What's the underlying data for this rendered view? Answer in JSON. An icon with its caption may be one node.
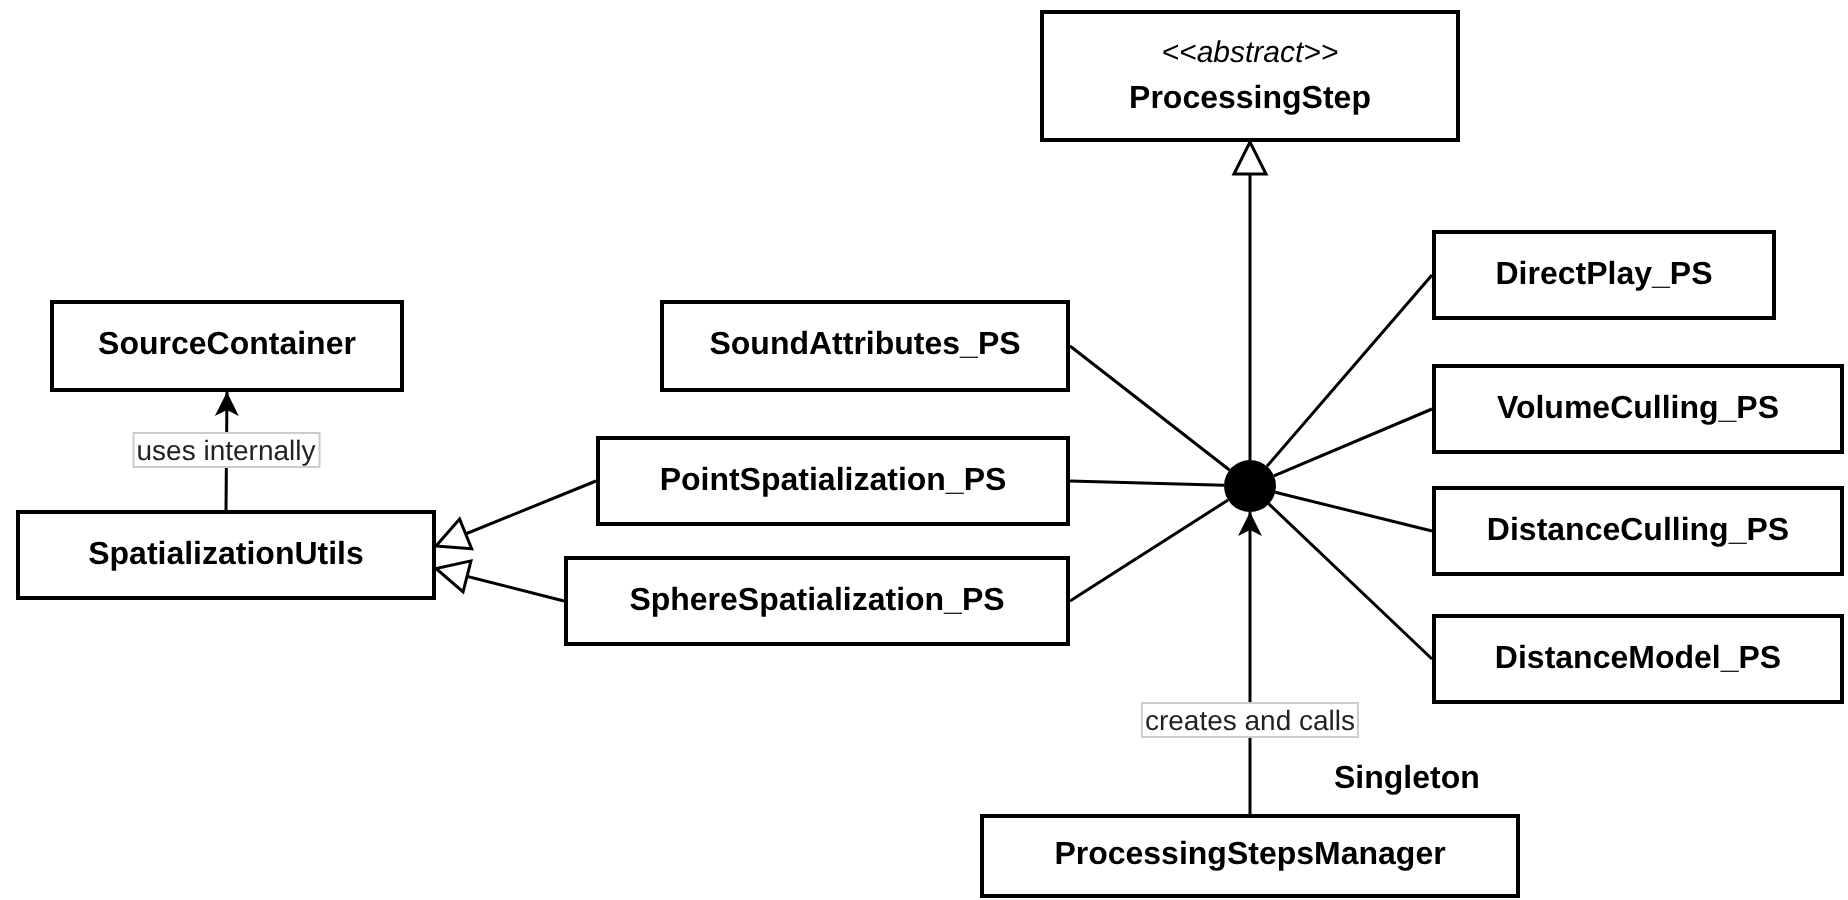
{
  "diagram": {
    "nodes": [
      {
        "text": [
          "<<abstract>>",
          "ProcessingStep"
        ]
      },
      {
        "text": [
          "SourceContainer"
        ]
      },
      {
        "text": [
          "SoundAttributes_PS"
        ]
      },
      {
        "text": [
          "DirectPlay_PS"
        ]
      },
      {
        "text": [
          "SpatializationUtils"
        ]
      },
      {
        "text": [
          "PointSpatialization_PS"
        ]
      },
      {
        "text": [
          "SphereSpatialization_PS"
        ]
      },
      {
        "text": [
          "VolumeCulling_PS"
        ]
      },
      {
        "text": [
          "DistanceCulling_PS"
        ]
      },
      {
        "text": [
          "DistanceModel_PS"
        ]
      },
      {
        "text": [],
        "shape": "circle"
      },
      {
        "text": [
          "ProcessingStepsManager"
        ],
        "beside": [
          "Singleton"
        ]
      }
    ],
    "edges": [
      {
        "from": 4,
        "to": 1,
        "arrow": "to",
        "label": "uses internally"
      },
      {
        "from": 5,
        "to": 4,
        "arrow": "to"
      },
      {
        "from": 6,
        "to": 4,
        "arrow": "to"
      },
      {
        "from": 10,
        "to": 0,
        "arrow": "to"
      },
      {
        "from": 11,
        "to": 10,
        "arrow": "to",
        "label": "creates and calls"
      },
      {
        "from": 2,
        "to": 10,
        "arrow": "none"
      },
      {
        "from": 5,
        "to": 10,
        "arrow": "none"
      },
      {
        "from": 6,
        "to": 10,
        "arrow": "none"
      },
      {
        "from": 3,
        "to": 10,
        "arrow": "none"
      },
      {
        "from": 7,
        "to": 10,
        "arrow": "none"
      },
      {
        "from": 8,
        "to": 10,
        "arrow": "none"
      },
      {
        "from": 9,
        "to": 10,
        "arrow": "none"
      }
    ]
  }
}
